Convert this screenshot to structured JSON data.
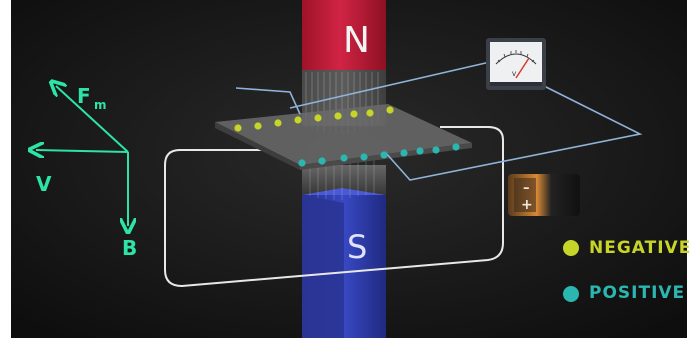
{
  "magnet": {
    "north_label": "N",
    "south_label": "S"
  },
  "legend": {
    "negative_label": "NEGATIVE",
    "positive_label": "POSITIVE",
    "negative_color": "#c7d428",
    "positive_color": "#2bb7b0"
  },
  "vectors": {
    "force_label": "F",
    "force_subscript": "m",
    "velocity_label": "V",
    "field_label": "B",
    "color": "#2ee3a6"
  },
  "meter": {
    "unit_label": "V",
    "icon": "voltmeter-icon"
  },
  "battery": {
    "minus_label": "–",
    "plus_label": "+",
    "icon": "battery-icon"
  },
  "colors": {
    "background": "#1a1a1a",
    "north_pole": "#c8203c",
    "south_pole": "#2f3fb0",
    "wire": "#8fb3d9",
    "loop": "#e6e6e6"
  }
}
